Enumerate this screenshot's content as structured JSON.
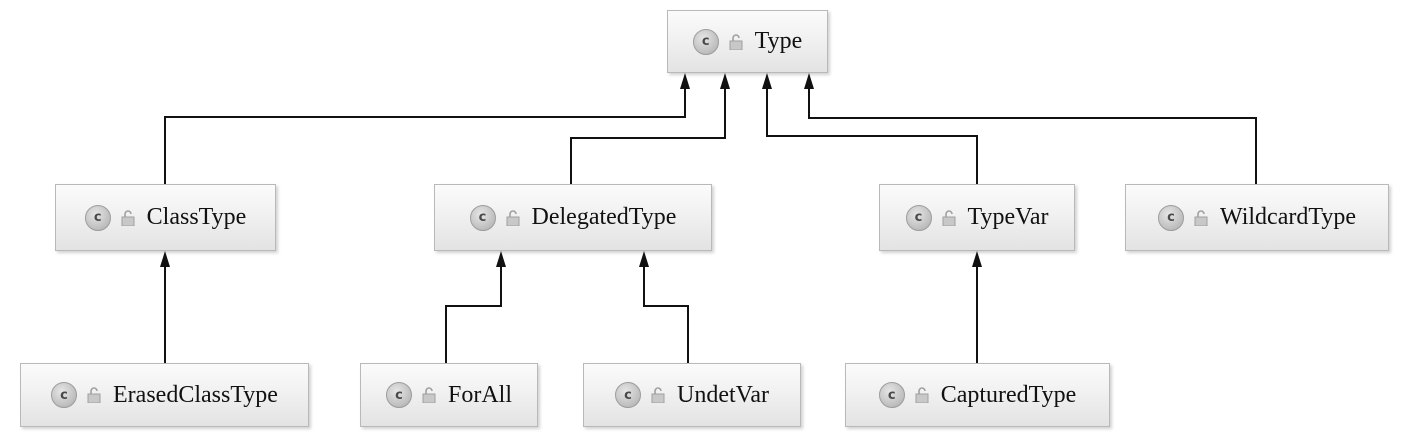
{
  "diagram": {
    "class_icon_letter": "c",
    "nodes": {
      "type": "Type",
      "class_type": "ClassType",
      "delegated_type": "DelegatedType",
      "type_var": "TypeVar",
      "wildcard_type": "WildcardType",
      "erased_class_type": "ErasedClassType",
      "for_all": "ForAll",
      "undet_var": "UndetVar",
      "captured_type": "CapturedType"
    },
    "edges": [
      {
        "from": "ClassType",
        "to": "Type"
      },
      {
        "from": "DelegatedType",
        "to": "Type"
      },
      {
        "from": "TypeVar",
        "to": "Type"
      },
      {
        "from": "WildcardType",
        "to": "Type"
      },
      {
        "from": "ErasedClassType",
        "to": "ClassType"
      },
      {
        "from": "ForAll",
        "to": "DelegatedType"
      },
      {
        "from": "UndetVar",
        "to": "DelegatedType"
      },
      {
        "from": "CapturedType",
        "to": "TypeVar"
      }
    ]
  }
}
